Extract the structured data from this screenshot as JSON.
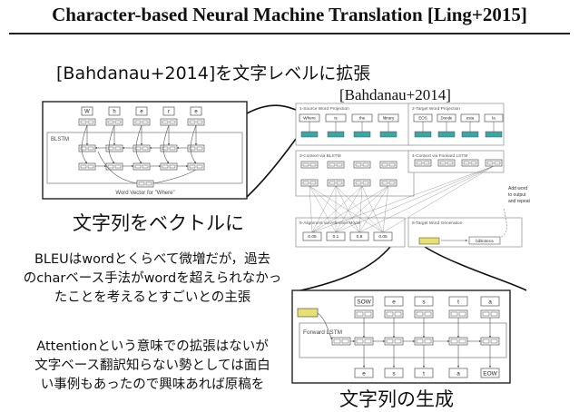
{
  "slide": {
    "title": "Character-based Neural Machine Translation [Ling+2015]",
    "subtitle": "[Bahdanau+2014]を文字レベルに拡張",
    "bahdanau_label": "[Bahdanau+2014]",
    "char_to_vector_label": "文字列をベクトルに",
    "generation_label": "文字列の生成",
    "bleu_note": [
      "BLEUはwordとくらべて微増だが，過去",
      "のcharベース手法がwordを超えられなかっ",
      "たことを考えるとすごいとの主張"
    ],
    "attention_note": [
      "Attentionという意味での拡張はないが",
      "文字ベース翻訳知らない勢としては面白",
      "い事例もあったので興味あれば原稿を"
    ]
  },
  "encoder_figure": {
    "chars": [
      "W",
      "h",
      "e",
      "r",
      "e"
    ],
    "layer_label": "BLSTM",
    "caption": "Word Vector for \"Where\""
  },
  "bahdanau_figure": {
    "panel1": "1-Source Word Projection",
    "panel2": "2-Target Word Projection",
    "panel3": "3-Context via BLSTM",
    "panel4": "4-Context via Forward LSTM",
    "panel5": "5-Alignment via Attention Model",
    "panel6": "6-Target Word Generation",
    "source_words": [
      "Where",
      "is",
      "the",
      "library"
    ],
    "target_words": [
      "EOS",
      "Donde",
      "esta",
      "la"
    ],
    "alignment_values": [
      "0.05",
      "0.1",
      "0.8",
      "0.05"
    ],
    "note": [
      "Add word",
      "to output",
      "and repeat"
    ],
    "output_word": "biblioteca"
  },
  "decoder_figure": {
    "inputs": [
      "SOW",
      "e",
      "s",
      "t",
      "a"
    ],
    "layer_label": "Forward LSTM",
    "outputs": [
      "e",
      "s",
      "t",
      "a",
      "EOW"
    ]
  },
  "colors": {
    "teal": "#3aa6a6",
    "yellow": "#e8e070",
    "stroke": "#555555"
  }
}
